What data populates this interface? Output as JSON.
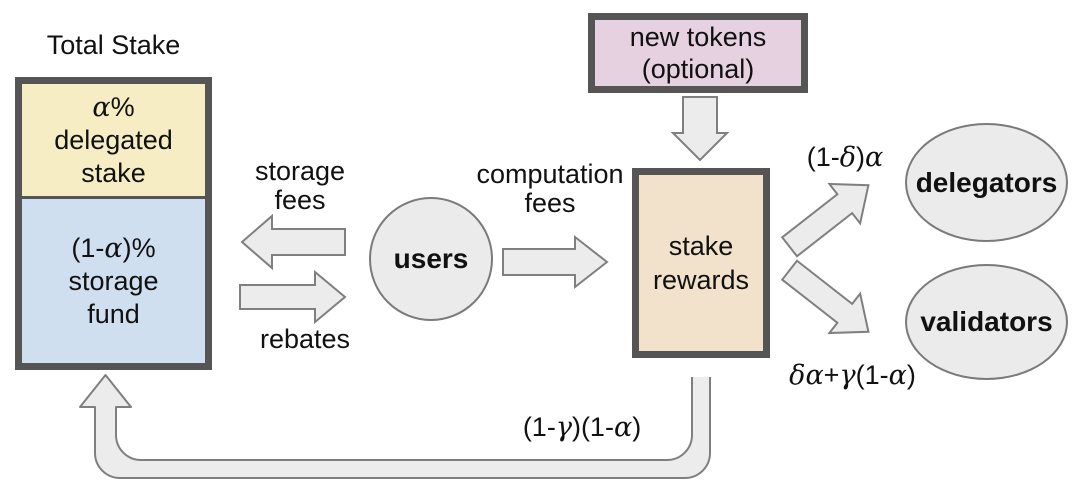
{
  "diagram": {
    "nodes": {
      "total_stake": {
        "title": "Total Stake",
        "delegated_section": {
          "formula": [
            {
              "t": "α",
              "g": true
            },
            {
              "t": "%",
              "g": false
            }
          ],
          "lines": [
            "delegated",
            "stake"
          ]
        },
        "storage_fund_section": {
          "formula": [
            {
              "t": "(1-",
              "g": false
            },
            {
              "t": "α",
              "g": true
            },
            {
              "t": ")%",
              "g": false
            }
          ],
          "lines": [
            "storage",
            "fund"
          ]
        }
      },
      "users": {
        "label": "users"
      },
      "new_tokens": {
        "lines": [
          "new tokens",
          "(optional)"
        ]
      },
      "stake_rewards": {
        "lines": [
          "stake",
          "rewards"
        ]
      },
      "delegators": {
        "label": "delegators"
      },
      "validators": {
        "label": "validators"
      }
    },
    "edges": {
      "storage_fees": {
        "lines": [
          "storage",
          "fees"
        ],
        "direction": "left"
      },
      "rebates": {
        "label": "rebates",
        "direction": "right"
      },
      "computation_fees": {
        "lines": [
          "computation",
          "fees"
        ],
        "direction": "right"
      },
      "new_tokens_inflow": {
        "direction": "down"
      },
      "delegators_share": {
        "formula": [
          {
            "t": "(1-",
            "g": false
          },
          {
            "t": "δ",
            "g": true
          },
          {
            "t": ")",
            "g": false
          },
          {
            "t": "α",
            "g": true
          }
        ]
      },
      "validators_share": {
        "formula": [
          {
            "t": "δ",
            "g": true
          },
          {
            "t": "α",
            "g": true
          },
          {
            "t": "+",
            "g": false
          },
          {
            "t": "γ",
            "g": true
          },
          {
            "t": "(1-",
            "g": false
          },
          {
            "t": "α",
            "g": true
          },
          {
            "t": ")",
            "g": false
          }
        ]
      },
      "storage_fund_return": {
        "formula": [
          {
            "t": "(1-",
            "g": false
          },
          {
            "t": "γ",
            "g": true
          },
          {
            "t": ")(1-",
            "g": false
          },
          {
            "t": "α",
            "g": true
          },
          {
            "t": ")",
            "g": false
          }
        ]
      }
    },
    "colors": {
      "background": "#ffffff",
      "text": "#111111",
      "thick_border": "#555555",
      "node_outline": "#7a7a7a",
      "node_fill": "#ebebeb",
      "arrow_fill": "#ececec",
      "arrow_outline": "#7f7f7f",
      "delegated_stake_fill": "#f7edc4",
      "storage_fund_fill": "#cfdfef",
      "stake_rewards_fill": "#f2e2cc",
      "new_tokens_fill": "#e5d1df"
    }
  }
}
